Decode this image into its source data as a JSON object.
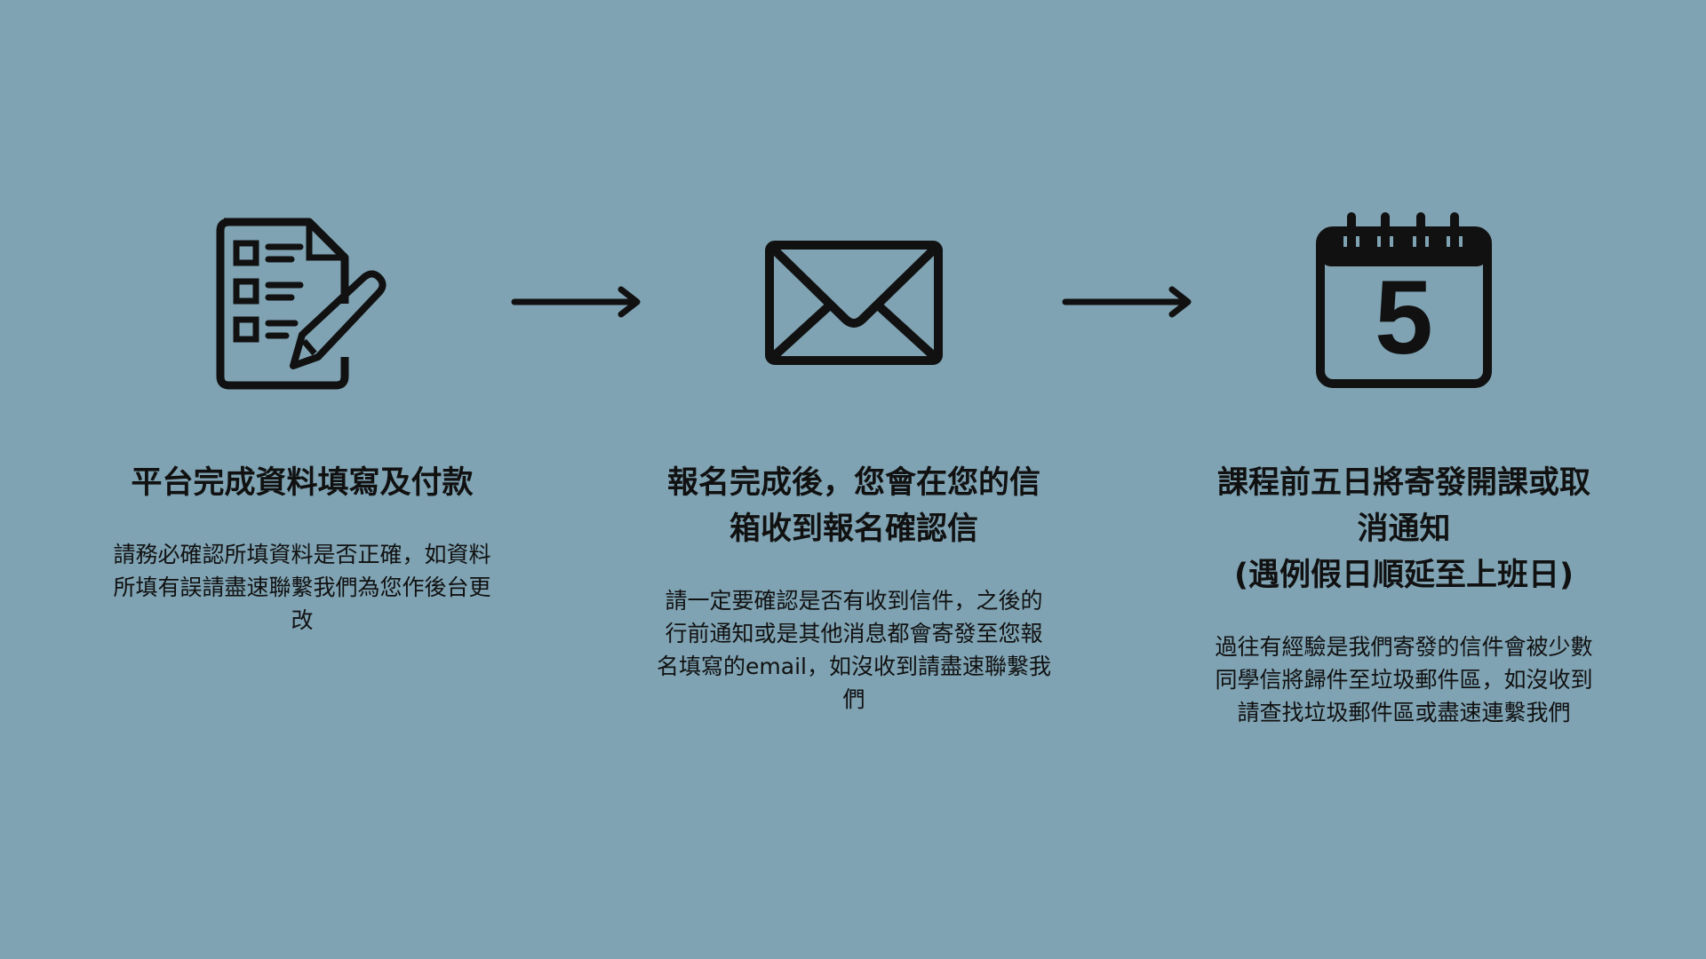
{
  "steps": [
    {
      "icon": "form-with-pencil-icon",
      "title_lines": [
        "平台完成資料填寫及付款"
      ],
      "body_lines": [
        "請務必確認所填資料是否正確，如資料",
        "所填有誤請盡速聯繫我們為您作後台更",
        "改"
      ]
    },
    {
      "icon": "envelope-icon",
      "title_lines": [
        "報名完成後，您會在您的信",
        "箱收到報名確認信"
      ],
      "body_lines": [
        "請一定要確認是否有收到信件，之後的",
        "行前通知或是其他消息都會寄發至您報",
        "名填寫的email，如沒收到請盡速聯繫我",
        "們"
      ]
    },
    {
      "icon": "calendar-icon",
      "calendar_number": "5",
      "title_lines": [
        "課程前五日將寄發開課或取",
        "消通知",
        "(遇例假日順延至上班日)"
      ],
      "body_lines": [
        "過往有經驗是我們寄發的信件會被少數",
        "同學信將歸件至垃圾郵件區，如沒收到",
        "請查找垃圾郵件區或盡速連繫我們"
      ]
    }
  ],
  "colors": {
    "background": "#7fa3b3",
    "ink": "#111111"
  }
}
